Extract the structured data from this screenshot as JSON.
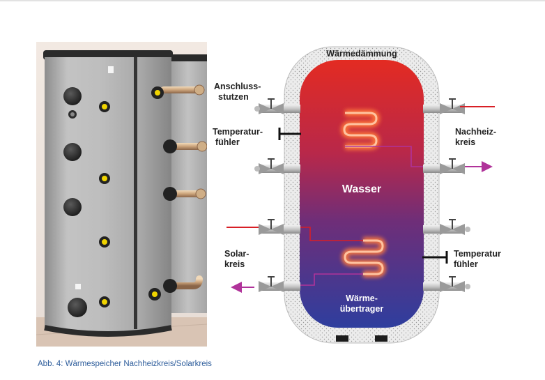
{
  "figure": {
    "caption": "Abb. 4: Wärmespeicher Nachheizkreis/Solarkreis"
  },
  "diagram": {
    "insulation_label": "Wärmedämmung",
    "water_label": "Wasser",
    "exchanger_label_line1": "Wärme-",
    "exchanger_label_line2": "übertrager",
    "connection_label_line1": "Anschluss-",
    "connection_label_line2": "stutzen",
    "temp_sensor_left_line1": "Temperatur-",
    "temp_sensor_left_line2": "fühler",
    "temp_sensor_right_line1": "Temperatur",
    "temp_sensor_right_line2": "fühler",
    "reheat_circuit_line1": "Nachheiz-",
    "reheat_circuit_line2": "kreis",
    "solar_circuit_line1": "Solar-",
    "solar_circuit_line2": "kreis"
  },
  "colors": {
    "hot_water": "#e32b22",
    "cold_water": "#2e3e9e",
    "insulation": "#ececec",
    "supply_line": "#d81f26",
    "return_line": "#b0339a",
    "caption": "#2f5e9c"
  }
}
